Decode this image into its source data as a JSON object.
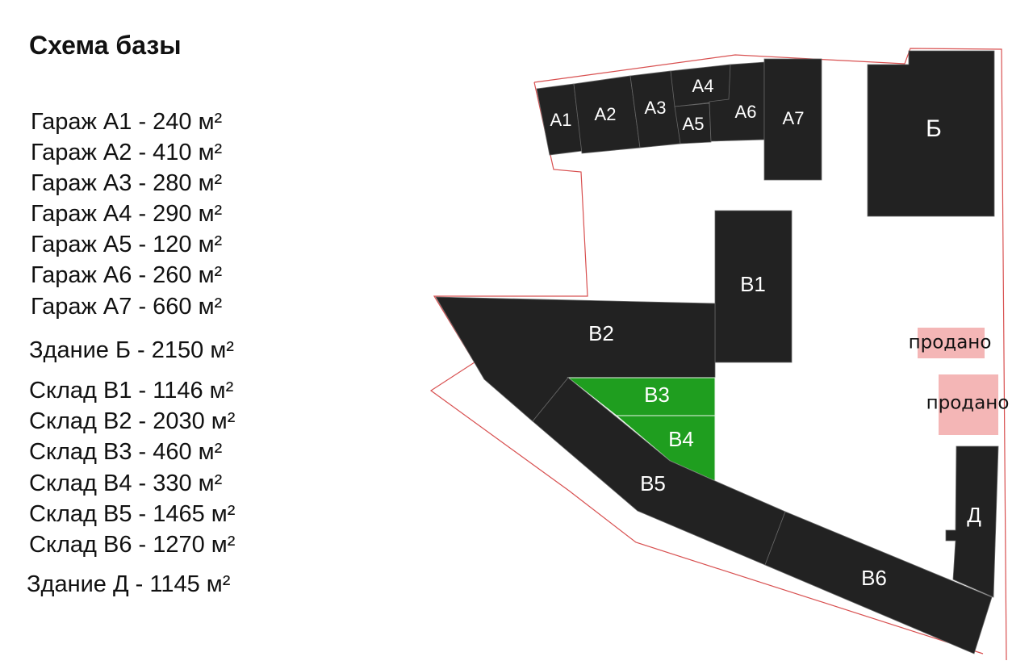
{
  "title": "Схема базы",
  "legend": [
    "Гараж А1 - 240 м²",
    "Гараж А2 - 410 м²",
    "Гараж А3 - 280 м²",
    "Гараж А4 - 290 м²",
    "Гараж А5 - 120 м²",
    "Гараж А6 - 260 м²",
    "Гараж А7 - 660 м²",
    "Здание Б - 2150 м²",
    "Склад В1 - 1146 м²",
    "Склад В2 - 2030 м²",
    "Склад В3 - 460 м²",
    "Склад В4 - 330 м²",
    "Склад В5 - 1465 м²",
    "Склад В6 - 1270 м²",
    "Здание Д - 1145 м²"
  ],
  "buildings": {
    "a1": "А1",
    "a2": "А2",
    "a3": "А3",
    "a4": "А4",
    "a5": "А5",
    "a6": "А6",
    "a7": "А7",
    "b": "Б",
    "v1": "В1",
    "v2": "В2",
    "v3": "В3",
    "v4": "В4",
    "v5": "В5",
    "v6": "В6",
    "d": "Д"
  },
  "sold": [
    "продано",
    "продано"
  ],
  "colors": {
    "building": "#222222",
    "available": "#1f9e1f",
    "sold": "#f4b6b6",
    "boundary": "#d85050"
  }
}
